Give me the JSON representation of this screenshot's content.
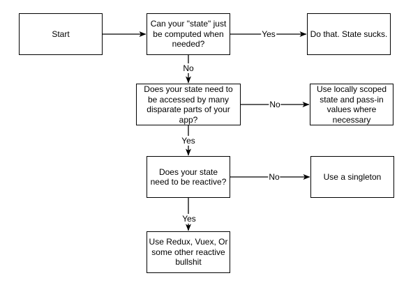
{
  "diagram": {
    "title_hint": "state management decision flowchart",
    "colors": {
      "background": "#ffffff",
      "stroke": "#000000",
      "text": "#000000"
    },
    "nodes": {
      "start": {
        "label": "Start"
      },
      "q1": {
        "label": "Can your \"state\" just be computed when needed?"
      },
      "a1": {
        "label": "Do that. State sucks."
      },
      "q2": {
        "label": "Does your state need to be accessed by many disparate parts of your app?"
      },
      "a2": {
        "label": "Use locally scoped state and pass-in values where necessary"
      },
      "q3": {
        "label": "Does your state need to be reactive?"
      },
      "a3": {
        "label": "Use a singleton"
      },
      "a4": {
        "label": "Use Redux, Vuex, Or some other reactive bullshit"
      }
    },
    "edge_labels": {
      "q1_yes": {
        "text": "Yes"
      },
      "q1_no": {
        "text": "No"
      },
      "q2_no": {
        "text": "No"
      },
      "q2_yes": {
        "text": "Yes"
      },
      "q3_no": {
        "text": "No"
      },
      "q3_yes": {
        "text": "Yes"
      }
    }
  }
}
